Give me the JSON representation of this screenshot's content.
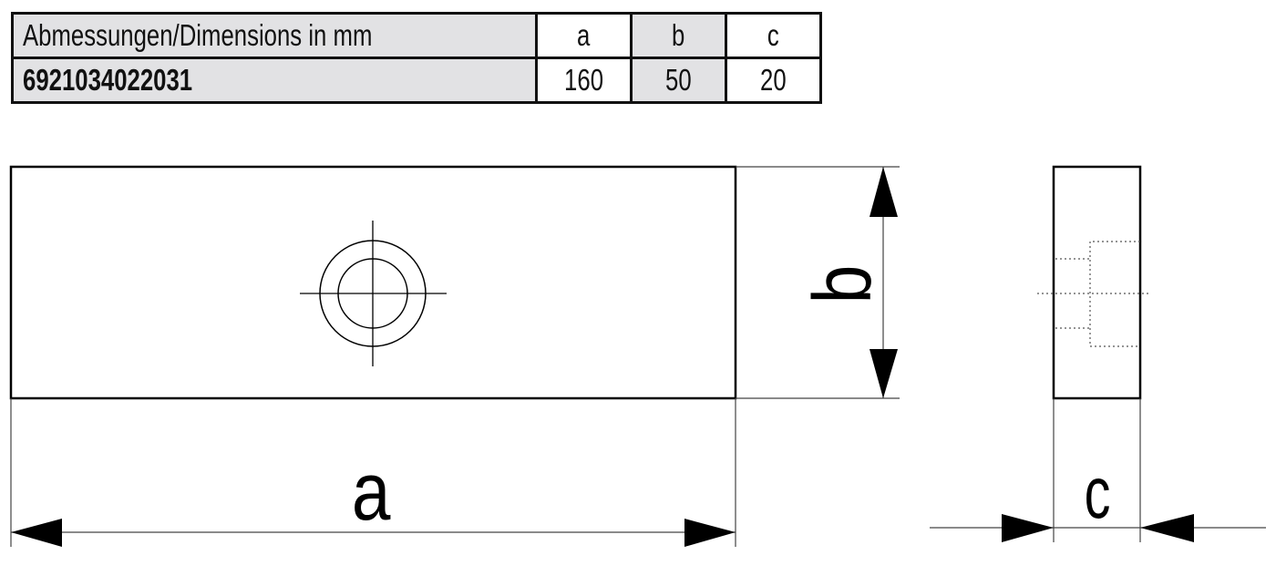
{
  "table": {
    "header": {
      "label": "Abmessungen/Dimensions in mm",
      "columns": [
        "a",
        "b",
        "c"
      ]
    },
    "rows": [
      {
        "article_number": "6921034022031",
        "values": [
          "160",
          "50",
          "20"
        ]
      }
    ],
    "colors": {
      "shade": "#e2e2e4",
      "border": "#111111"
    }
  },
  "drawing": {
    "front_view": {
      "dimension_width_label": "a",
      "dimension_height_label": "b",
      "hole": "counterbore-hole-with-centerlines"
    },
    "side_view": {
      "dimension_depth_label": "c",
      "hidden_lines": "dotted-counterbore-profile"
    }
  }
}
